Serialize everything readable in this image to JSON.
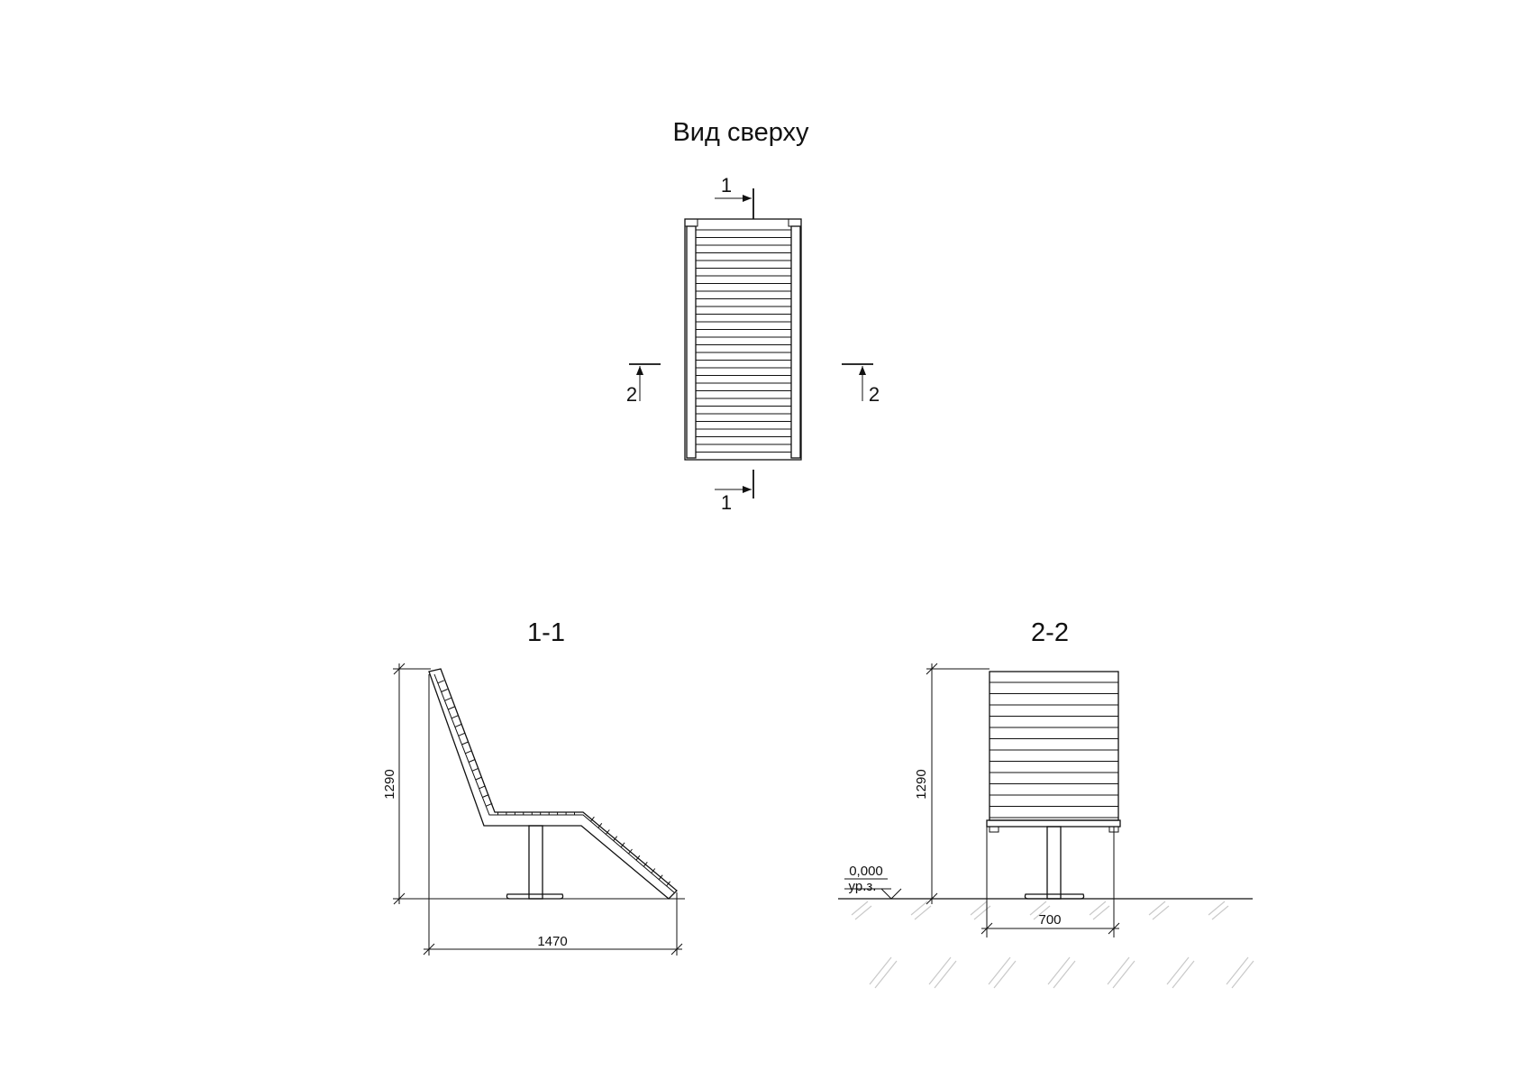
{
  "views": {
    "top_title": "Вид сверху",
    "section_1_title": "1-1",
    "section_2_title": "2-2"
  },
  "section_marks": {
    "cut_1": "1",
    "cut_2": "2"
  },
  "dimensions": {
    "height_1_1": "1290",
    "length_1_1": "1470",
    "height_2_2": "1290",
    "width_2_2": "700"
  },
  "ground_level": {
    "value": "0,000",
    "label": "ур.з."
  }
}
